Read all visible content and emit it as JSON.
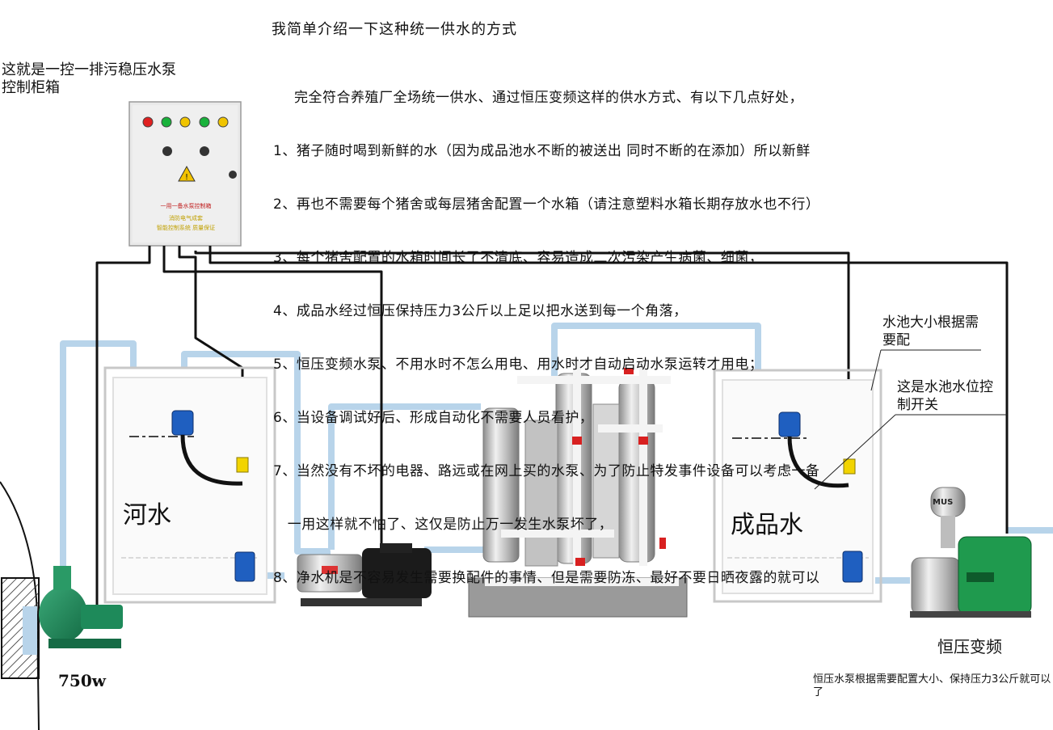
{
  "heading": "我简单介绍一下这种统一供水的方式",
  "intro": "完全符合养殖厂全场统一供水、通过恒压变频这样的供水方式、有以下几点好处，",
  "benefits": [
    "1、猪子随时喝到新鲜的水（因为成品池水不断的被送出 同时不断的在添加）所以新鲜",
    "2、再也不需要每个猪舍或每层猪舍配置一个水箱（请注意塑料水箱长期存放水也不行）",
    "3、每个猪舍配置的水箱时间长了不清底、容易造成二次污染产生病菌、细菌，",
    "4、成品水经过恒压保持压力3公斤以上足以把水送到每一个角落，",
    "5、恒压变频水泵、不用水时不怎么用电、用水时才自动启动水泵运转才用电；",
    "6、当设备调试好后、形成自动化不需要人员看护，",
    "7、当然没有不坏的电器、路远或在网上买的水泵、为了防止特发事件设备可以考虑一备",
    "   一用这样就不怕了、这仅是防止万一发生水泵坏了，",
    "8、净水机是不容易发生需要换配件的事情、但是需要防冻、最好不要日晒夜露的就可以"
  ],
  "cabinet": {
    "label": "这就是一控一排污稳压水泵控制柜箱",
    "panel_title": "一用一备水泵控制箱",
    "panel_sub1": "消防电气成套",
    "panel_sub2": "智能控制系统   质量保证"
  },
  "river_tank": {
    "label": "河水"
  },
  "product_tank": {
    "label": "成品水"
  },
  "notes": {
    "pool_size": "水池大小根据需要配",
    "level_switch": "这是水池水位控制开关"
  },
  "pump_river": {
    "power": "750w"
  },
  "booster": {
    "label": "恒压变频",
    "brand_mark": "MUS"
  },
  "bottom_note": "恒压水泵根据需要配置大小、保持压力3公斤就可以了",
  "colors": {
    "pipe": "#b8d4ea",
    "cable": "#111111",
    "float": "#1f5fc0",
    "clamp": "#f2d400",
    "pump_green": "#1e8a5a",
    "steel": "#c9c9c9"
  }
}
